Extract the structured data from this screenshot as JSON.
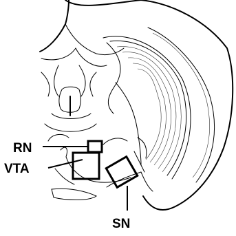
{
  "labels": {
    "rn": "RN",
    "vta": "VTA",
    "sn": "SN"
  }
}
